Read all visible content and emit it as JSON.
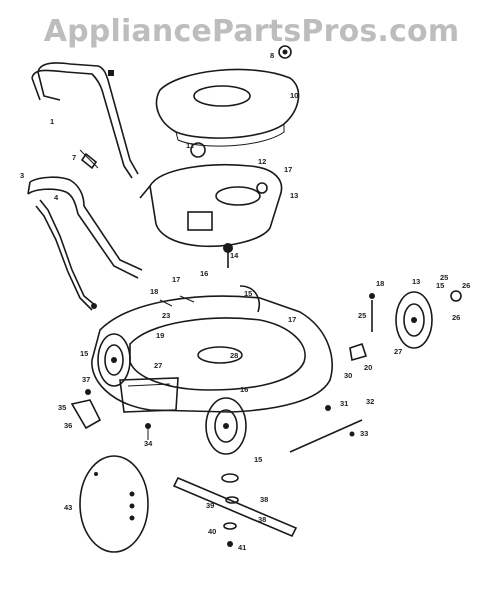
{
  "watermark": "AppliancePartsPros.com",
  "callouts": [
    {
      "id": "c-handle-upper",
      "text": "1"
    },
    {
      "id": "c-handle-lower",
      "text": "3"
    },
    {
      "id": "c-handle-bracket",
      "text": "4"
    },
    {
      "id": "c-clip",
      "text": "7"
    },
    {
      "id": "c-cover-top",
      "text": "8"
    },
    {
      "id": "c-cover",
      "text": "10"
    },
    {
      "id": "c-engine-a",
      "text": "11"
    },
    {
      "id": "c-engine-b",
      "text": "12"
    },
    {
      "id": "c-engine-c",
      "text": "17"
    },
    {
      "id": "c-engine-d",
      "text": "13"
    },
    {
      "id": "c-engine-e",
      "text": "14"
    },
    {
      "id": "c-deck-a",
      "text": "16"
    },
    {
      "id": "c-deck-b",
      "text": "17"
    },
    {
      "id": "c-deck-c",
      "text": "15"
    },
    {
      "id": "c-deck-d",
      "text": "17"
    },
    {
      "id": "c-deck-e",
      "text": "18"
    },
    {
      "id": "c-deck-f",
      "text": "19"
    },
    {
      "id": "c-deck-g",
      "text": "23"
    },
    {
      "id": "c-deck-h",
      "text": "15"
    },
    {
      "id": "c-deck-i",
      "text": "27"
    },
    {
      "id": "c-deck-j",
      "text": "16"
    },
    {
      "id": "c-deck-k",
      "text": "28"
    },
    {
      "id": "c-rw-a",
      "text": "15"
    },
    {
      "id": "c-rw-b",
      "text": "25"
    },
    {
      "id": "c-rw-c",
      "text": "26"
    },
    {
      "id": "c-rw-d",
      "text": "13"
    },
    {
      "id": "c-rw-e",
      "text": "27"
    },
    {
      "id": "c-rw-f",
      "text": "26"
    },
    {
      "id": "c-rw-g",
      "text": "20"
    },
    {
      "id": "c-rw-h",
      "text": "30"
    },
    {
      "id": "c-rw-i",
      "text": "18"
    },
    {
      "id": "c-rw-j",
      "text": "25"
    },
    {
      "id": "c-low-a",
      "text": "37"
    },
    {
      "id": "c-low-b",
      "text": "35"
    },
    {
      "id": "c-low-c",
      "text": "36"
    },
    {
      "id": "c-low-d",
      "text": "34"
    },
    {
      "id": "c-low-e",
      "text": "31"
    },
    {
      "id": "c-low-f",
      "text": "32"
    },
    {
      "id": "c-low-g",
      "text": "33"
    },
    {
      "id": "c-low-h",
      "text": "15"
    },
    {
      "id": "c-low-i",
      "text": "38"
    },
    {
      "id": "c-low-j",
      "text": "39"
    },
    {
      "id": "c-low-k",
      "text": "38"
    },
    {
      "id": "c-low-l",
      "text": "40"
    },
    {
      "id": "c-low-m",
      "text": "41"
    },
    {
      "id": "c-low-n",
      "text": "43"
    }
  ]
}
